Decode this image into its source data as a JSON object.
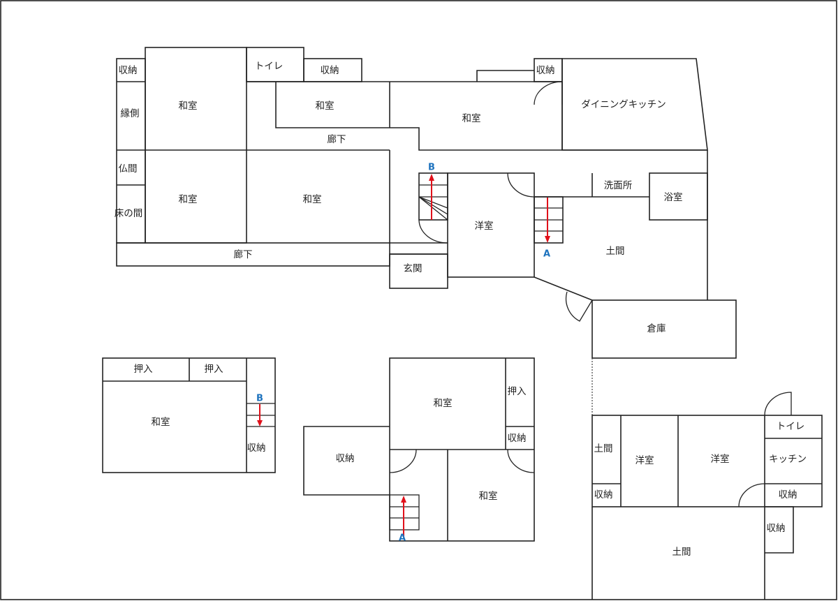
{
  "rooms": {
    "storage": "収納",
    "engawa": "縁側",
    "butsuma": "仏間",
    "tokonoma": "床の間",
    "washitsu": "和室",
    "toilet": "トイレ",
    "corridor": "廊下",
    "genkan": "玄関",
    "youshitsu": "洋室",
    "dining_kitchen": "ダイニングキッチン",
    "washroom": "洗面所",
    "bathroom": "浴室",
    "doma": "土間",
    "warehouse": "倉庫",
    "oshiire": "押入",
    "kitchen": "キッチン"
  },
  "stair_markers": {
    "a": "A",
    "b": "B"
  },
  "colors": {
    "stair_arrow": "#e0101a",
    "stair_marker": "#1e73be",
    "wall": "#222222"
  }
}
